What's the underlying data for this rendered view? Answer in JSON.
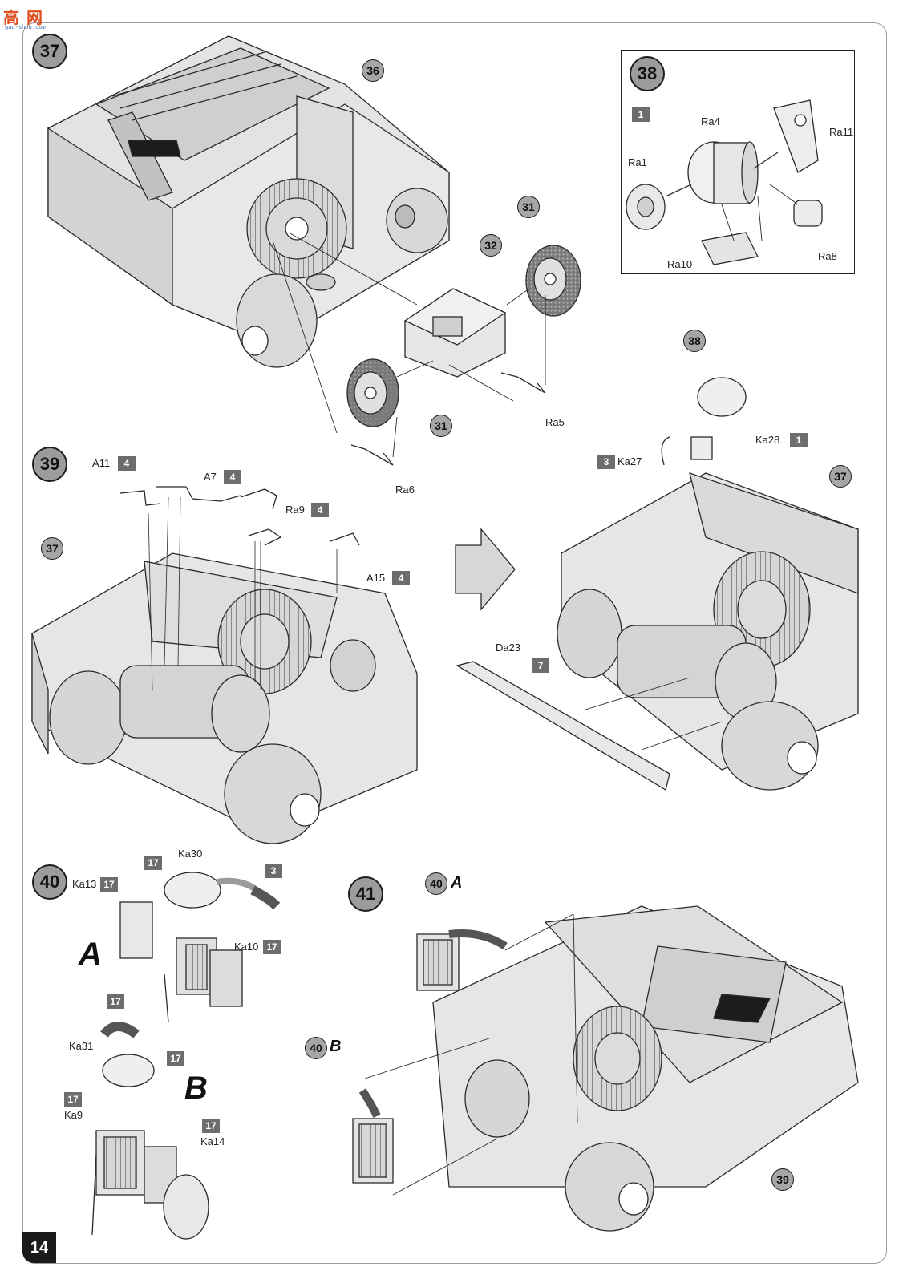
{
  "watermark": {
    "logo_text": "高 网",
    "url": "gao-shou.com"
  },
  "page_number": "14",
  "steps": {
    "s37": "37",
    "s38": "38",
    "s39": "39",
    "s40": "40",
    "s41": "41"
  },
  "refs": {
    "r36": "36",
    "r31a": "31",
    "r32": "32",
    "r31b": "31",
    "r38": "38",
    "r37a": "37",
    "r37b": "37",
    "r40a": "40",
    "r40b": "40",
    "r39": "39"
  },
  "sprues": {
    "box38": "1",
    "ka28": "1",
    "ka27": "3",
    "a11": "4",
    "a7": "4",
    "ra9": "4",
    "a15": "4",
    "da23": "7",
    "ka30": "17",
    "ka13": "17",
    "ka10": "17",
    "hose40a": "3",
    "ka31": "17",
    "hose40b": "17",
    "ka9": "17",
    "ka14": "17"
  },
  "parts": {
    "ra4": "Ra4",
    "ra11": "Ra11",
    "ra1": "Ra1",
    "ra10": "Ra10",
    "ra8": "Ra8",
    "ra5": "Ra5",
    "ra6": "Ra6",
    "ka28": "Ka28",
    "ka27": "Ka27",
    "a11": "A11",
    "a7": "A7",
    "ra9": "Ra9",
    "a15": "A15",
    "da23": "Da23",
    "ka30": "Ka30",
    "ka13": "Ka13",
    "ka10": "Ka10",
    "ka31": "Ka31",
    "ka9": "Ka9",
    "ka14": "Ka14"
  },
  "variants": {
    "a": "A",
    "b": "B"
  }
}
